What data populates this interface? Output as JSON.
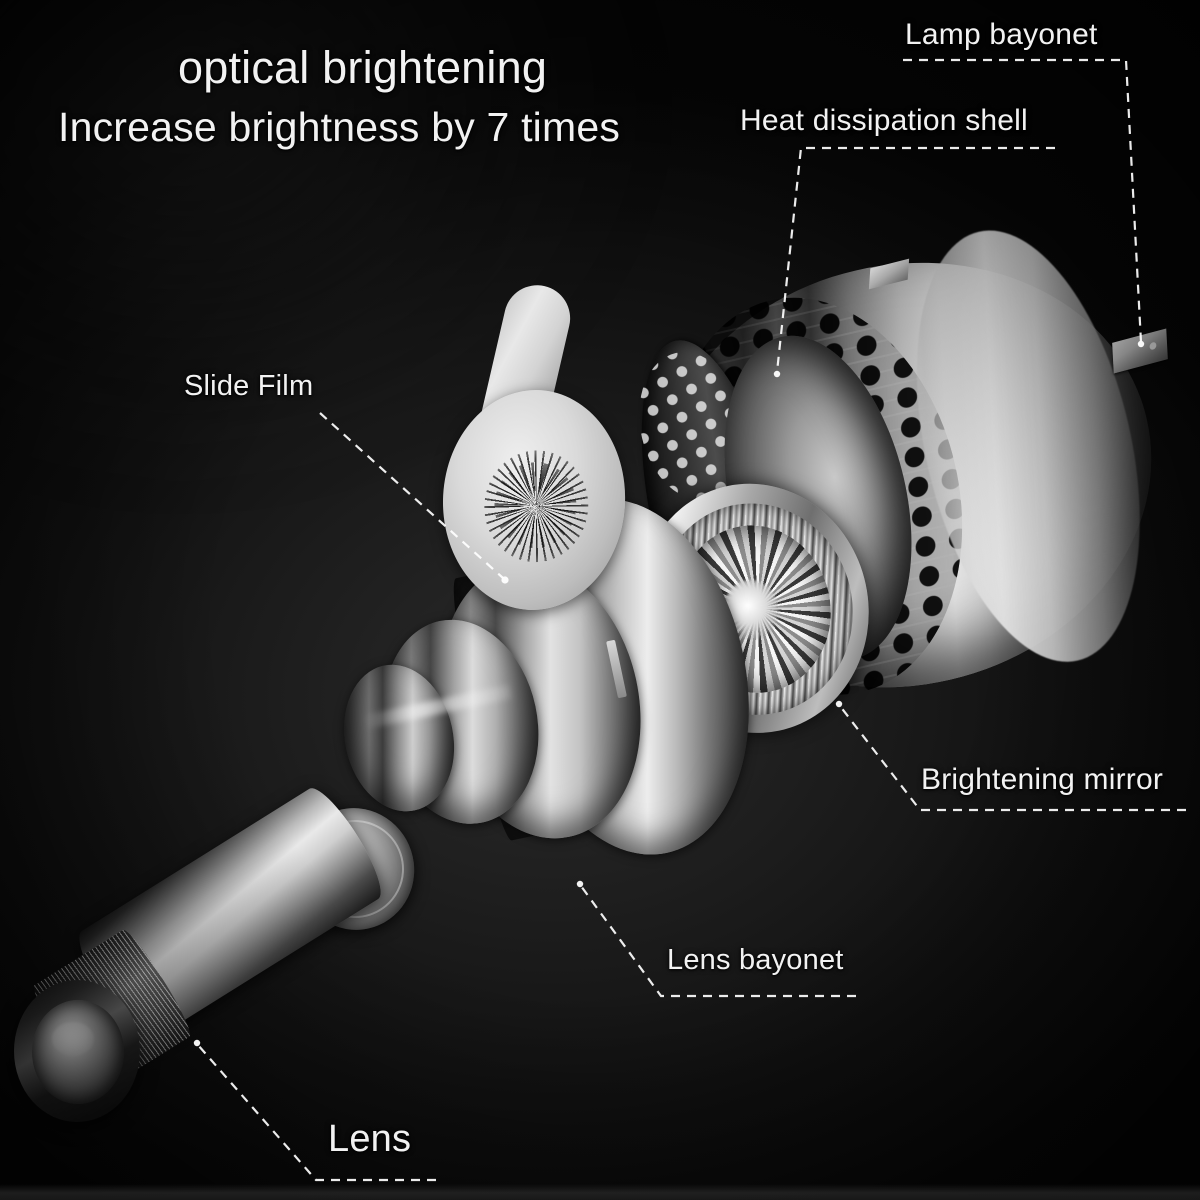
{
  "image": {
    "kind": "product-exploded-diagram",
    "subject": "LED projector lamp exploded view",
    "background_color": "#0d0d0d",
    "label_color": "#f2f2f2",
    "leader_line_color": "#ffffff",
    "leader_line_style": "dashed"
  },
  "headline": {
    "line1": "optical brightening",
    "line2": "Increase brightness by 7 times",
    "multiplier": "7"
  },
  "callouts": [
    {
      "id": "lamp-bayonet",
      "label": "Lamp bayonet"
    },
    {
      "id": "heat-dissipation",
      "label": "Heat dissipation shell"
    },
    {
      "id": "slide-film",
      "label": "Slide Film"
    },
    {
      "id": "brightening-mirror",
      "label": "Brightening mirror"
    },
    {
      "id": "lens-bayonet",
      "label": "Lens bayonet"
    },
    {
      "id": "lens",
      "label": "Lens"
    }
  ],
  "parts": {
    "heat_dissipation_shell": "perforated-cylinder",
    "lamp_bayonet_tab": "metal-flange-tab",
    "brightening_mirror": "faceted-reflector-cup",
    "slide_film": "paddle-with-starburst-pattern",
    "lens_bayonet": "stepped-metal-barrel",
    "lens_barrel": "knurled-tube-with-glass-lens",
    "lens_element": "loose-glass-disc"
  }
}
